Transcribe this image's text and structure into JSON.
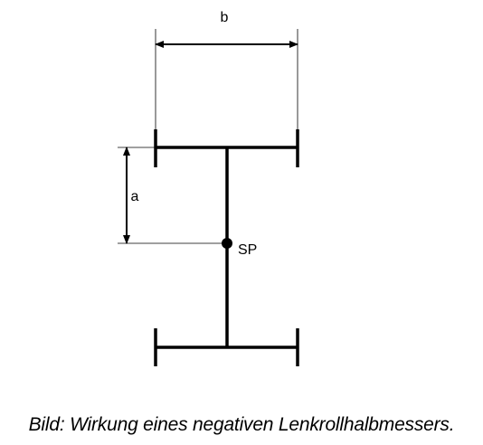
{
  "diagram": {
    "label_b": "b",
    "label_a": "a",
    "label_sp": "SP",
    "caption": "Bild: Wirkung eines negativen Lenkrollhalbmessers."
  },
  "colors": {
    "stroke": "#000000",
    "background": "#ffffff"
  }
}
